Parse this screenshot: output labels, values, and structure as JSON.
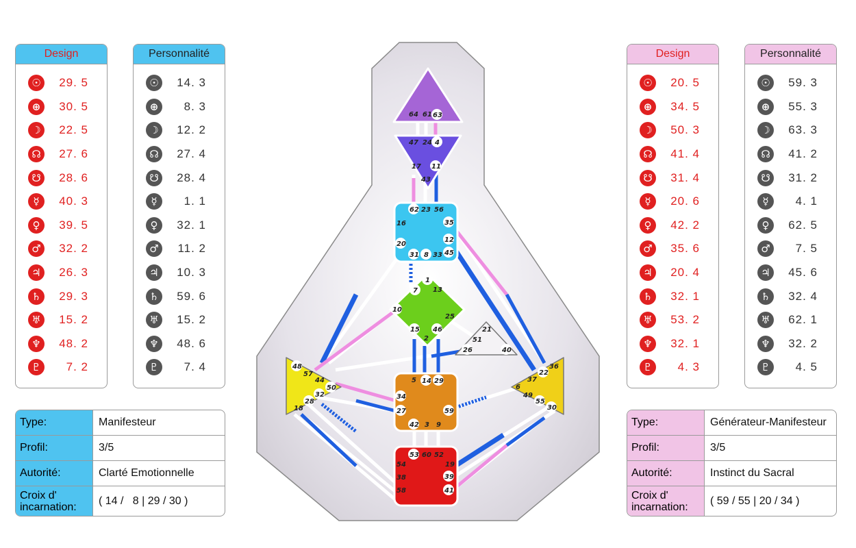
{
  "left": {
    "design": {
      "header": "Design",
      "values": [
        "29. 5",
        "30. 5",
        "22. 5",
        "27. 6",
        "28. 6",
        "40. 3",
        "39. 5",
        "32. 2",
        "26. 3",
        "29. 3",
        "15. 2",
        "48. 2",
        "7. 2"
      ]
    },
    "personality": {
      "header": "Personnalité",
      "values": [
        "14. 3",
        "8. 3",
        "12. 2",
        "27. 4",
        "28. 4",
        "1. 1",
        "32. 1",
        "11. 2",
        "10. 3",
        "59. 6",
        "15. 2",
        "48. 6",
        "7. 4"
      ]
    },
    "info": {
      "type_label": "Type:",
      "type_value": "Manifesteur",
      "profile_label": "Profil:",
      "profile_value": "3/5",
      "authority_label": "Autorité:",
      "authority_value": "Clarté Emotionnelle",
      "cross_label": "Croix d' incarnation:",
      "cross_value": "( 14 /   8 | 29 / 30 )"
    }
  },
  "right": {
    "design": {
      "header": "Design",
      "values": [
        "20. 5",
        "34. 5",
        "50. 3",
        "41. 4",
        "31. 4",
        "20. 6",
        "42. 2",
        "35. 6",
        "20. 4",
        "32. 1",
        "53. 2",
        "32. 1",
        "4. 3"
      ]
    },
    "personality": {
      "header": "Personnalité",
      "values": [
        "59. 3",
        "55. 3",
        "63. 3",
        "41. 2",
        "31. 2",
        "4. 1",
        "62. 5",
        "7. 5",
        "45. 6",
        "32. 4",
        "62. 1",
        "32. 2",
        "4. 5"
      ]
    },
    "info": {
      "type_label": "Type:",
      "type_value": "Générateur-Manifesteur",
      "profile_label": "Profil:",
      "profile_value": "3/5",
      "authority_label": "Autorité:",
      "authority_value": "Instinct du Sacral",
      "cross_label": "Croix d' incarnation:",
      "cross_value": "( 59 / 55 | 20 / 34 )"
    }
  },
  "planet_icons": [
    "sun-icon",
    "earth-icon",
    "moon-icon",
    "north-node-icon",
    "south-node-icon",
    "mercury-icon",
    "venus-icon",
    "mars-icon",
    "jupiter-icon",
    "saturn-icon",
    "uranus-icon",
    "neptune-icon",
    "pluto-icon"
  ],
  "chart": {
    "head_gates": [
      "64",
      "61",
      "63"
    ],
    "ajna_gates": [
      "47",
      "24",
      "4",
      "17",
      "11",
      "43"
    ],
    "throat_gates": [
      "62",
      "23",
      "56",
      "16",
      "35",
      "20",
      "12",
      "31",
      "8",
      "33",
      "45"
    ],
    "g_gates": [
      "1",
      "7",
      "13",
      "10",
      "25",
      "15",
      "46",
      "2"
    ],
    "ego_gates": [
      "21",
      "51",
      "26",
      "40"
    ],
    "sacral_gates": [
      "5",
      "14",
      "29",
      "34",
      "27",
      "59",
      "42",
      "3",
      "9"
    ],
    "spleen_gates": [
      "48",
      "57",
      "44",
      "50",
      "32",
      "28",
      "18"
    ],
    "solar_gates": [
      "36",
      "22",
      "37",
      "6",
      "49",
      "55",
      "30"
    ],
    "root_gates": [
      "53",
      "60",
      "52",
      "54",
      "19",
      "38",
      "39",
      "58",
      "41"
    ]
  },
  "colors": {
    "design_red": "#e02020",
    "personality_grey": "#555555",
    "header_blue": "#4fc3f0",
    "header_pink": "#f1c4e6",
    "channel_blue": "#1f5fe0",
    "channel_pink": "#ee8ee0",
    "head_center": "#a565d6",
    "ajna_center": "#6a4fe0",
    "throat_center": "#3cc6f0",
    "g_center": "#6ccf1c",
    "sacral_center": "#e08a1c",
    "root_center": "#e01818",
    "spleen_center": "#f0e618",
    "solar_center": "#f0d018"
  }
}
